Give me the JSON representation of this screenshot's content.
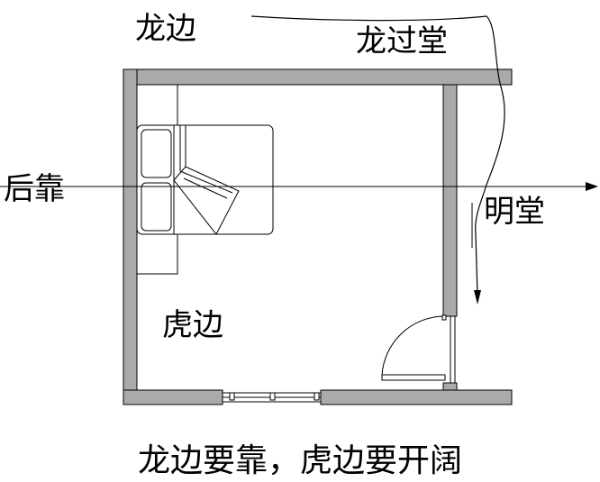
{
  "labels": {
    "dragon_side": "龙边",
    "dragon_passage": "龙过堂",
    "back_support": "后靠",
    "bright_hall": "明堂",
    "tiger_side": "虎边"
  },
  "caption": "龙边要靠，虎边要开阔",
  "colors": {
    "wall_fill": "#aaaaaa",
    "line": "#000000",
    "background": "#ffffff",
    "furniture_fill": "#ffffff"
  }
}
